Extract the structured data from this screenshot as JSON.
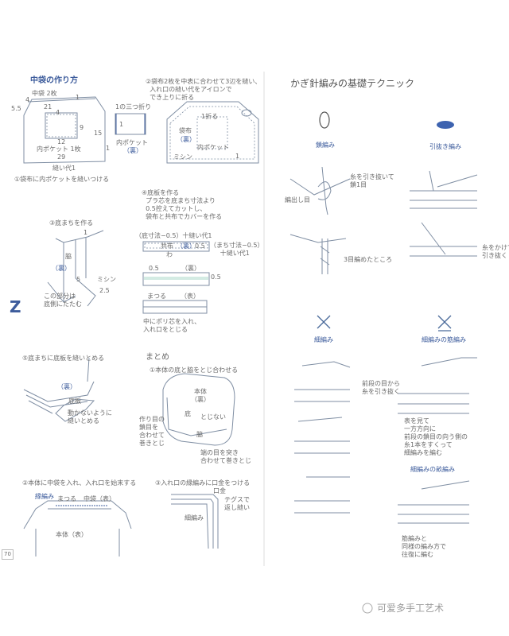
{
  "left": {
    "title": "中袋の作り方",
    "s1": {
      "count": "中袋 2枚",
      "dims": [
        "4",
        "5.5",
        "21",
        "4",
        "1",
        "9",
        "12",
        "15",
        "1",
        "29"
      ],
      "pocket": "内ポケット 1枚",
      "seam": "縫い代1",
      "fold": "1の三つ折り",
      "pocket_label": "内ポケット",
      "pocket_side": "（裏）",
      "one": "1",
      "caption": "①袋布に内ポケットを縫いつける"
    },
    "s2": {
      "text": "②袋布2枚を中表に合わせて3辺を縫い、\n  入れ口の縫い代をアイロンで\n  でき上りに折る",
      "fold": "1折る",
      "cloth": "袋布",
      "side": "（裏）",
      "pocket": "内ポケット",
      "machine": "ミシン",
      "one": "1"
    },
    "s3": {
      "title": "③底まちを作る",
      "side_label": "脇",
      "back": "（裏）",
      "one": "1",
      "five": "5",
      "machine": "ミシン",
      "twofive": "2.5",
      "fold_note": "この部分は\n底側にたたむ"
    },
    "s4": {
      "text": "④底板を作る\n  プラ芯を底まち寸法より\n  0.5控えてカットし、\n  袋布と共布でカバーを作る",
      "dim1": "（底寸法−0.5）十縫い代1",
      "cloth": "共布",
      "back": "（裏）",
      "half": "0.5",
      "wa": "わ",
      "dim2": "（まち寸法−0.5）\n     十縫い代1",
      "half2": "0.5",
      "back2": "（裏）",
      "half3": "0.5",
      "matsuru": "まつる",
      "front": "（表）",
      "note": "中にポリ芯を入れ、\n入れ口をとじる"
    },
    "z": "Z",
    "s5": {
      "title": "⑤底まちに底板を縫いとめる",
      "back": "（裏）",
      "board": "底板",
      "note": "動かないように\n縫いとめる"
    },
    "summary": {
      "title": "まとめ",
      "s1": "①本体の底と脇をとじ合わせる",
      "body": "本体\n（裏）",
      "bottom": "底",
      "noclose": "とじない",
      "side": "脇",
      "left_note": "作り目の\n鎖目を\n合わせて\n巻きとじ",
      "right_note": "端の目を突き\n合わせて巻きとじ"
    },
    "s6": {
      "title": "②本体に中袋を入れ、入れ口を始末する",
      "edge": "縁編み",
      "matsuru": "まつる",
      "inner": "中袋（表）",
      "body": "本体（表）"
    },
    "s7": {
      "title": "③入れ口の縁編みに口金をつける",
      "clasp": "口金",
      "tegusu": "テグスで\n返し縫い",
      "edge": "細編み"
    },
    "page_number": "70"
  },
  "right": {
    "title": "かぎ針編みの基礎テクニック",
    "chain": {
      "label": "鎖編み",
      "note1": "糸を引き抜いて\n鎖1目",
      "note2": "編出し目",
      "note3": "3目編めたところ"
    },
    "slip": {
      "label": "引抜き編み",
      "note": "糸をかけて\n引き抜く"
    },
    "sc": {
      "label": "細編み",
      "note": "前段の目から\n糸を引き抜く"
    },
    "scbl": {
      "label": "細編みの筋編み",
      "note": "表を見て\n一方方向に\n前段の鎖目の向う側の\n糸1本をすくって\n細編みを編む"
    },
    "scrib": {
      "label": "細編みの畝編み",
      "note": "筋編みと\n同様の編み方で\n往復に編む"
    }
  },
  "watermark": "可爱多手工艺术",
  "colors": {
    "accent": "#3d5c9c",
    "line": "#7f8ea3",
    "slip_fill": "#3d63b0"
  }
}
